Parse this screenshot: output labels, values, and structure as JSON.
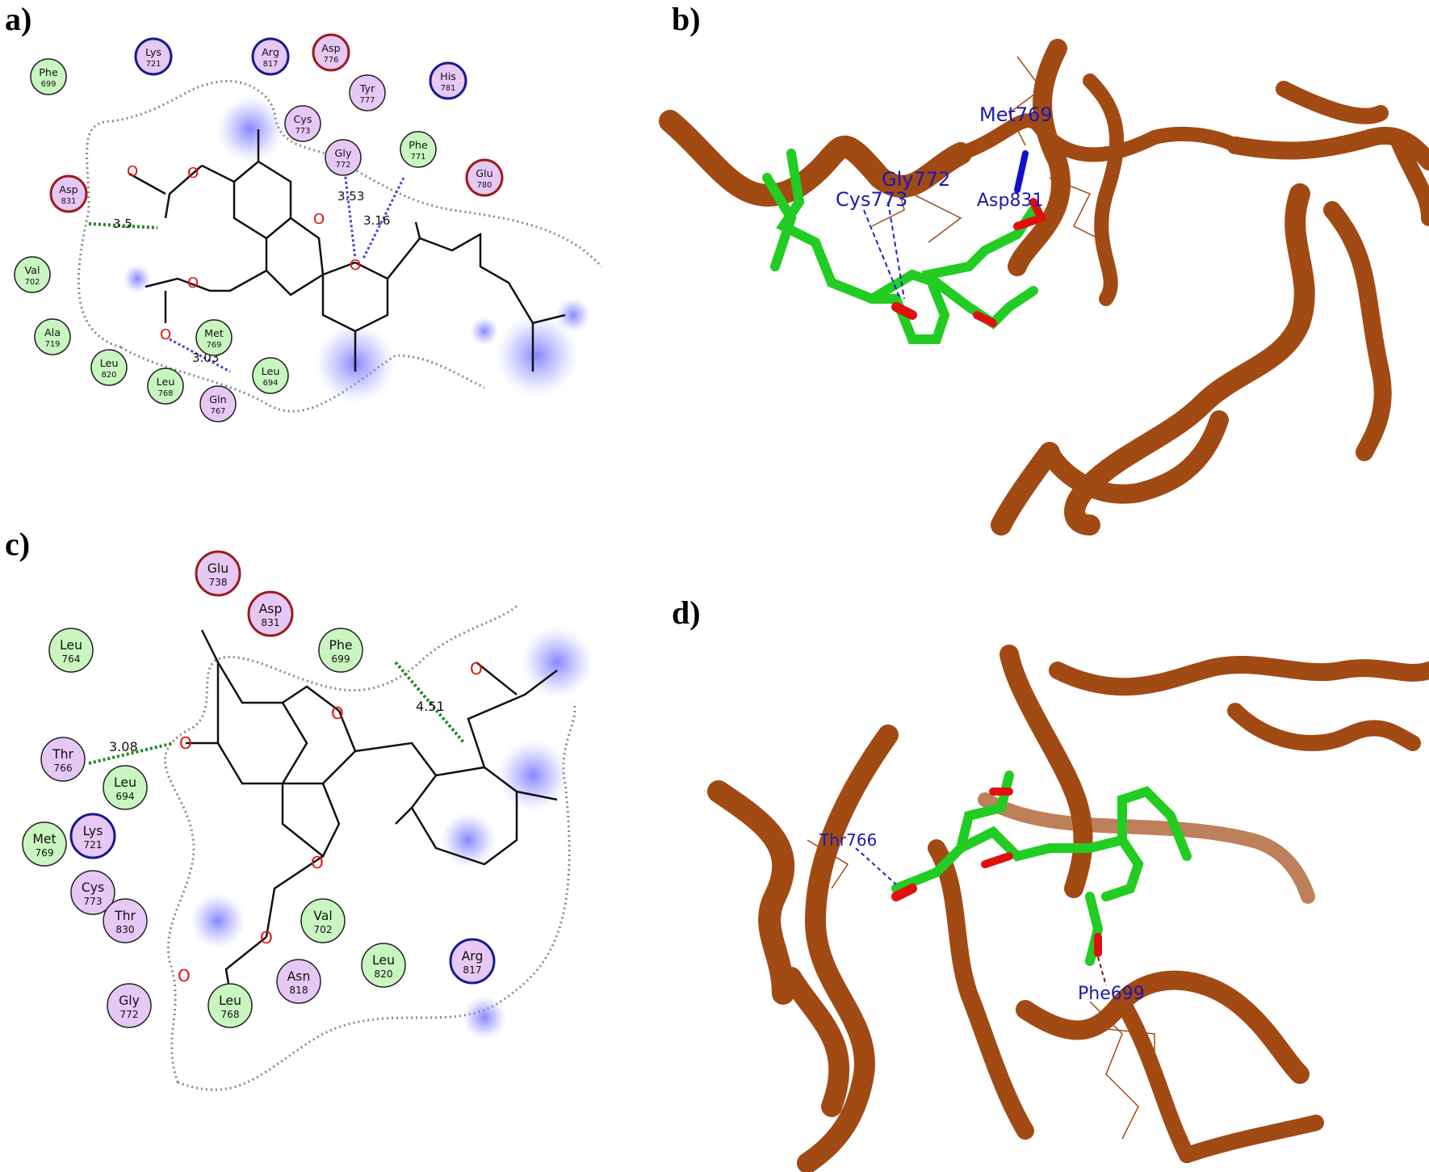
{
  "panels": {
    "a": {
      "label": "a)",
      "residues": [
        {
          "name": "Phe",
          "num": "699",
          "type": "hydrophobic"
        },
        {
          "name": "Lys",
          "num": "721",
          "type": "basic"
        },
        {
          "name": "Arg",
          "num": "817",
          "type": "basic"
        },
        {
          "name": "Asp",
          "num": "776",
          "type": "acidic"
        },
        {
          "name": "Tyr",
          "num": "777",
          "type": "polar"
        },
        {
          "name": "His",
          "num": "781",
          "type": "basic"
        },
        {
          "name": "Cys",
          "num": "773",
          "type": "polar"
        },
        {
          "name": "Gly",
          "num": "772",
          "type": "polar"
        },
        {
          "name": "Phe",
          "num": "771",
          "type": "hydrophobic"
        },
        {
          "name": "Glu",
          "num": "780",
          "type": "acidic"
        },
        {
          "name": "Asp",
          "num": "831",
          "type": "acidic"
        },
        {
          "name": "Val",
          "num": "702",
          "type": "hydrophobic"
        },
        {
          "name": "Ala",
          "num": "719",
          "type": "hydrophobic"
        },
        {
          "name": "Leu",
          "num": "820",
          "type": "hydrophobic"
        },
        {
          "name": "Leu",
          "num": "768",
          "type": "hydrophobic"
        },
        {
          "name": "Met",
          "num": "769",
          "type": "hydrophobic"
        },
        {
          "name": "Gln",
          "num": "767",
          "type": "polar"
        },
        {
          "name": "Leu",
          "num": "694",
          "type": "hydrophobic"
        }
      ],
      "distances": [
        "3.53",
        "3.16",
        "3.5",
        "3.03"
      ]
    },
    "b": {
      "label": "b)",
      "residue_labels": [
        "Met769",
        "Gly772",
        "Cys773",
        "Asp831"
      ]
    },
    "c": {
      "label": "c)",
      "residues": [
        {
          "name": "Glu",
          "num": "738",
          "type": "acidic"
        },
        {
          "name": "Asp",
          "num": "831",
          "type": "acidic"
        },
        {
          "name": "Leu",
          "num": "764",
          "type": "hydrophobic"
        },
        {
          "name": "Phe",
          "num": "699",
          "type": "hydrophobic"
        },
        {
          "name": "Thr",
          "num": "766",
          "type": "polar"
        },
        {
          "name": "Leu",
          "num": "694",
          "type": "hydrophobic"
        },
        {
          "name": "Met",
          "num": "769",
          "type": "hydrophobic"
        },
        {
          "name": "Lys",
          "num": "721",
          "type": "basic"
        },
        {
          "name": "Cys",
          "num": "773",
          "type": "polar"
        },
        {
          "name": "Thr",
          "num": "830",
          "type": "polar"
        },
        {
          "name": "Val",
          "num": "702",
          "type": "hydrophobic"
        },
        {
          "name": "Leu",
          "num": "820",
          "type": "hydrophobic"
        },
        {
          "name": "Arg",
          "num": "817",
          "type": "basic"
        },
        {
          "name": "Asn",
          "num": "818",
          "type": "polar"
        },
        {
          "name": "Gly",
          "num": "772",
          "type": "polar"
        },
        {
          "name": "Leu",
          "num": "768",
          "type": "hydrophobic"
        }
      ],
      "distances": [
        "3.08",
        "4.51"
      ]
    },
    "d": {
      "label": "d)",
      "residue_labels": [
        "Thr766",
        "Phe699"
      ]
    }
  },
  "colors": {
    "hydrophobic_fill": "#c9f5c0",
    "polar_fill": "#e6c8f5",
    "acidic_ring": "#9b1c1c",
    "basic_ring": "#1a1a8c",
    "ribbon": "#a24a14",
    "ligand_carbon": "#22cc22",
    "ligand_oxygen": "#e01010",
    "hbond_green": "#1f8a1f",
    "hbond_blue": "#4444dd"
  }
}
